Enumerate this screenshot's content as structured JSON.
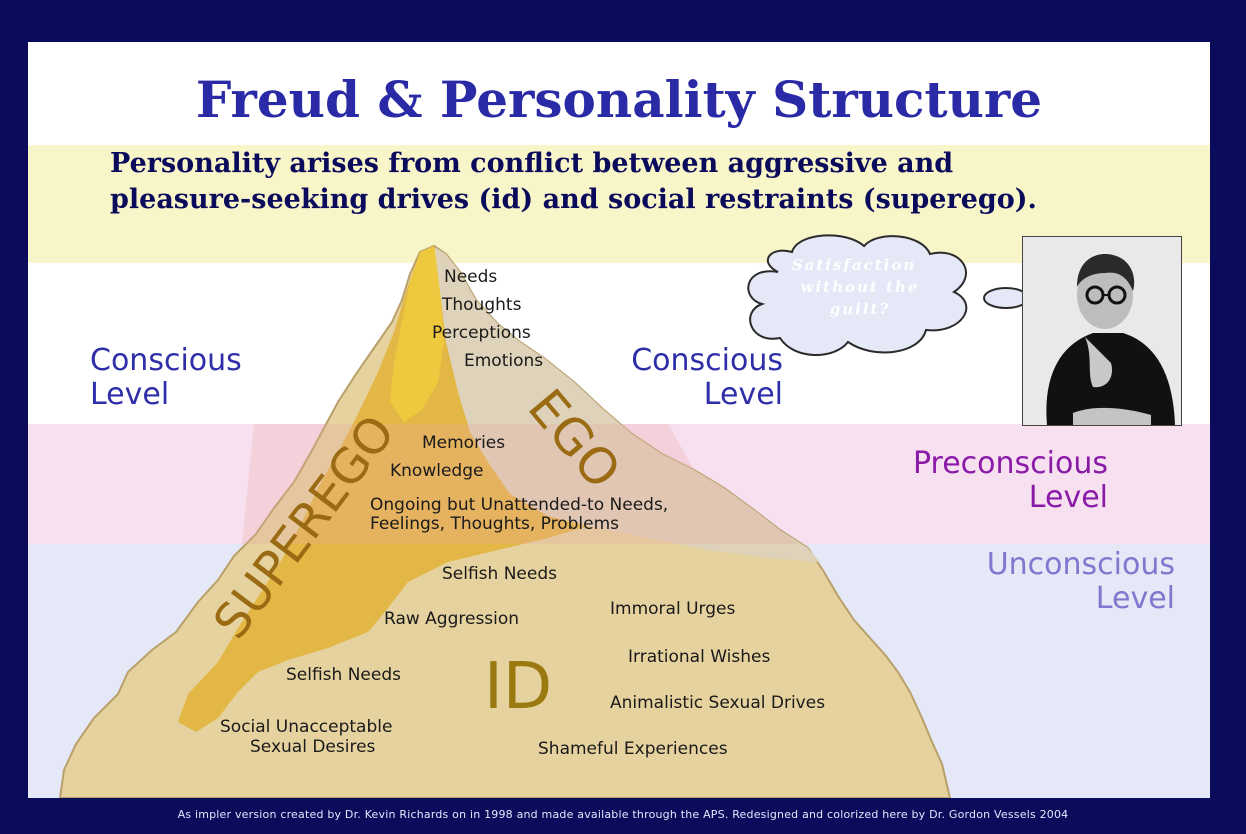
{
  "title": "Freud & Personality Structure",
  "subtitle": "Personality arises from conflict between aggressive and pleasure-seeking drives (id) and social restraints (superego).",
  "levels": {
    "conscious_left": [
      "Conscious",
      "Level"
    ],
    "conscious_right": [
      "Conscious",
      "Level"
    ],
    "preconscious": [
      "Preconscious",
      "Level"
    ],
    "unconscious": [
      "Unconscious",
      "Level"
    ]
  },
  "regions": {
    "superego": "SUPEREGO",
    "ego": "EGO",
    "id": "ID"
  },
  "conscious_items": [
    "Needs",
    "Thoughts",
    "Perceptions",
    "Emotions"
  ],
  "preconscious_items": [
    "Memories",
    "Knowledge",
    "Ongoing but Unattended-to Needs,",
    "Feelings, Thoughts, Problems"
  ],
  "unconscious_items": [
    "Selfish Needs",
    "Raw Aggression",
    "Immoral Urges",
    "Irrational Wishes",
    "Selfish Needs",
    "Animalistic Sexual Drives",
    "Social Unacceptable",
    "Sexual Desires",
    "Shameful Experiences"
  ],
  "thought_bubble": [
    "Satisfaction",
    "without the",
    "guilt?"
  ],
  "footer": "As impler version created by Dr. Kevin Richards on in 1998 and made available through the APS.  Redesigned and colorized here by Dr. Gordon Vessels 2004",
  "colors": {
    "border": "#0b0b5c",
    "title": "#2a2aa6",
    "conscious": "#2e2ea8",
    "preconscious": "#8a1aa8",
    "unconscious": "#8177cf",
    "superego": "#e2b33a",
    "ego": "#e0cfa7",
    "id": "#e5d29e"
  },
  "icons": [
    "portrait-photo"
  ]
}
